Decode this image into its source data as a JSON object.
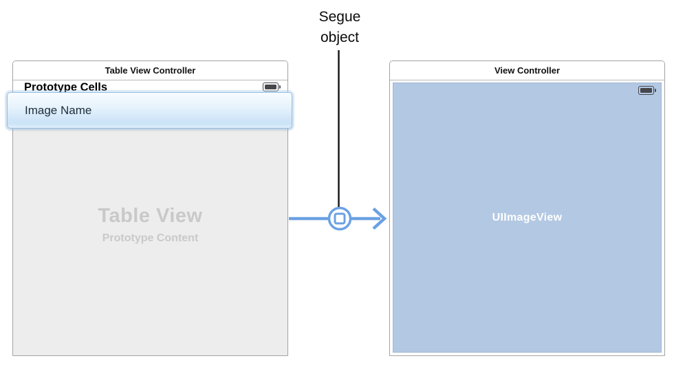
{
  "annotation": {
    "label_line1": "Segue",
    "label_line2": "object"
  },
  "colors": {
    "segue_blue": "#6ba1e3",
    "canvas_gray": "#ededed",
    "placeholder_gray": "#c9c9c9",
    "imageview_blue": "#b3c8e3",
    "panel_border": "#a2a2a2",
    "cell_border": "#96bcdf",
    "cell_text": "#1d2c3a",
    "battery_dark": "#47474b"
  },
  "icons": {
    "left_status": "battery-icon",
    "right_status": "battery-icon",
    "segue": "segue-circle-icon"
  },
  "table_view_controller": {
    "title": "Table View Controller",
    "section_label": "Prototype Cells",
    "cell_label": "Image Name",
    "placeholder_title": "Table View",
    "placeholder_subtitle": "Prototype Content"
  },
  "view_controller": {
    "title": "View Controller",
    "image_view_label": "UIImageView"
  }
}
